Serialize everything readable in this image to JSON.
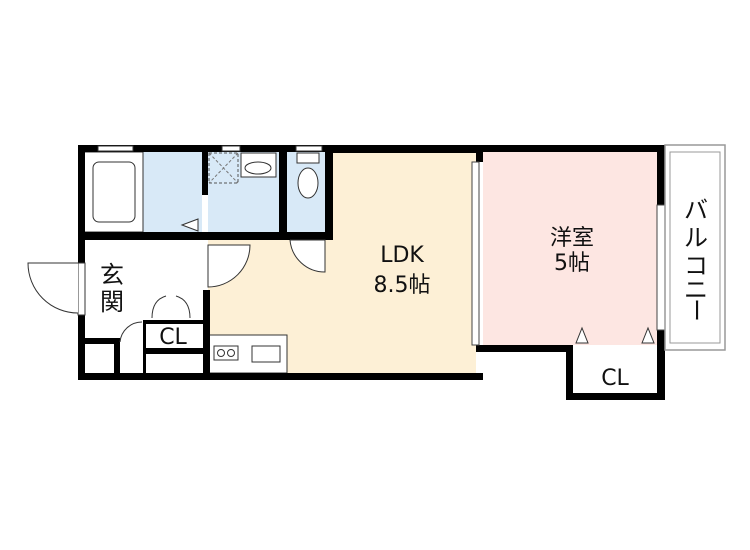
{
  "rooms": {
    "ldk": {
      "name": "LDK",
      "size": "8.5帖",
      "color": "#fdf0d6"
    },
    "western_room": {
      "name": "洋室",
      "size": "5帖",
      "color": "#fde6e2"
    },
    "entrance": {
      "name_line1": "玄",
      "name_line2": "関"
    },
    "closet_entrance": {
      "name": "CL"
    },
    "closet_bedroom": {
      "name": "CL"
    },
    "balcony": {
      "name_chars": [
        "バ",
        "ル",
        "コ",
        "ニ",
        "ー"
      ]
    },
    "wet_area_color": "#d8e9f7"
  },
  "colors": {
    "wall": "#000000",
    "balcony_outline": "#999999"
  }
}
